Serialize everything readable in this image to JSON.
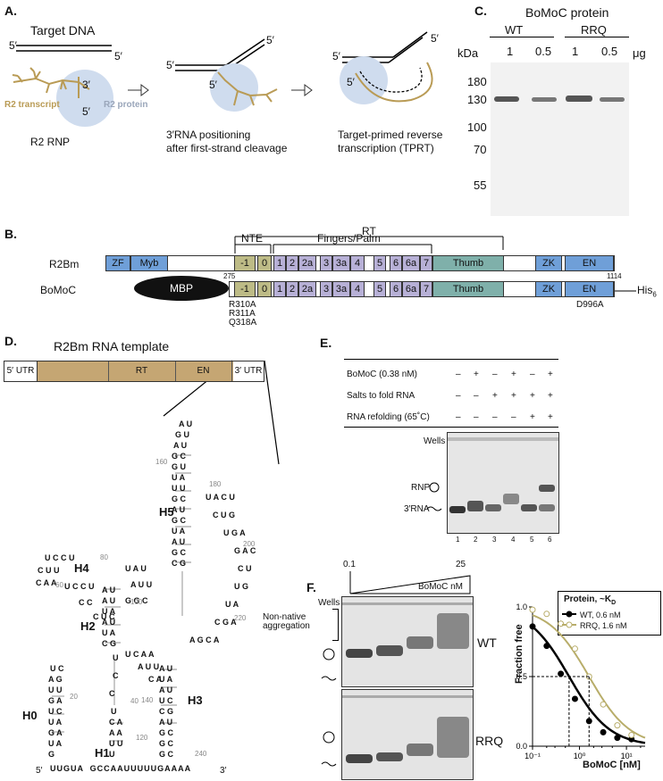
{
  "panels": {
    "a": "A.",
    "b": "B.",
    "c": "C.",
    "d": "D.",
    "e": "E.",
    "f": "F."
  },
  "panel_a": {
    "target_dna": "Target DNA",
    "five_prime": "5′",
    "three_prime": "3′",
    "r2_transcript": "R2 transcript",
    "r2_protein": "R2 protein",
    "step1": "R2 RNP",
    "step2_l1": "3′RNA positioning",
    "step2_l2": "after first-strand cleavage",
    "step3_l1": "Target-primed reverse",
    "step3_l2": "transcription (TPRT)"
  },
  "panel_c": {
    "title": "BoMoC protein",
    "wt": "WT",
    "rrq": "RRQ",
    "kda": "kDa",
    "ug": "μg",
    "lanes": [
      "1",
      "0.5",
      "1",
      "0.5"
    ],
    "markers": [
      "180",
      "130",
      "100",
      "70",
      "55"
    ]
  },
  "panel_b": {
    "rt": "RT",
    "nte": "NTE",
    "fingers": "Fingers/Palm",
    "r2bm": "R2Bm",
    "bomoc": "BoMoC",
    "mbp": "MBP",
    "start": "275",
    "end": "1114",
    "his": "His",
    "his_sub": "6",
    "mutations": [
      "R310A",
      "R311A",
      "Q318A"
    ],
    "en_mut": "D996A",
    "domains": {
      "zf": "ZF",
      "myb": "Myb",
      "m1": "-1",
      "zero": "0",
      "f1": "1",
      "f2": "2",
      "f2a": "2a",
      "f3": "3",
      "f3a": "3a",
      "f4": "4",
      "f5": "5",
      "f6": "6",
      "f6a": "6a",
      "f7": "7",
      "thumb": "Thumb",
      "zk": "ZK",
      "en": "EN"
    }
  },
  "panel_d": {
    "title": "R2Bm RNA template",
    "utr5": "5′ UTR",
    "rt": "RT",
    "en": "EN",
    "utr3": "3′ UTR",
    "helices": [
      "H0",
      "H1",
      "H2",
      "H3",
      "H4",
      "H5"
    ],
    "numbers": [
      "20",
      "40",
      "60",
      "80",
      "100",
      "120",
      "140",
      "160",
      "180",
      "200",
      "220",
      "240"
    ],
    "base_seq": "UUGUA  GCCAAUUUUUGAAAA",
    "five_prime": "5′",
    "three_prime": "3′"
  },
  "panel_e": {
    "rows": [
      {
        "label": "BoMoC (0.38 nM)",
        "signs": [
          "–",
          "+",
          "–",
          "+",
          "–",
          "+"
        ]
      },
      {
        "label": "Salts to fold RNA",
        "signs": [
          "–",
          "–",
          "+",
          "+",
          "+",
          "+"
        ]
      },
      {
        "label": "RNA refolding (65˚C)",
        "signs": [
          "–",
          "–",
          "–",
          "–",
          "+",
          "+"
        ]
      }
    ],
    "wells": "Wells",
    "rnp": "RNP",
    "rna": "3′RNA",
    "lanes": [
      "1",
      "2",
      "3",
      "4",
      "5",
      "6"
    ]
  },
  "panel_f": {
    "conc_low": "0.1",
    "conc_high": "25",
    "bomoc_nm": "BoMoC nM",
    "wells": "Wells",
    "non_native_l1": "Non-native",
    "non_native_l2": "aggregation",
    "wt": "WT",
    "rrq": "RRQ"
  },
  "chart_data": {
    "type": "scatter",
    "title": "",
    "xlabel": "BoMoC [nM]",
    "ylabel": "Fraction free",
    "xscale": "log",
    "xlim": [
      0.1,
      25
    ],
    "ylim": [
      0,
      1.0
    ],
    "xticks": [
      "10⁻¹",
      "10⁰",
      "10¹"
    ],
    "yticks": [
      "0.0",
      "0.5",
      "1.0"
    ],
    "legend_title": "Protein, ~K",
    "legend_title_sub": "D",
    "legend_position": "top-right",
    "series": [
      {
        "name": "WT, 0.6 nM",
        "color": "#000000",
        "kd": 0.6,
        "x": [
          0.1,
          0.2,
          0.4,
          0.8,
          1.6,
          3.2,
          6.4,
          12.8
        ],
        "y": [
          0.86,
          0.72,
          0.52,
          0.34,
          0.18,
          0.1,
          0.06,
          0.05
        ]
      },
      {
        "name": "RRQ, 1.6 nM",
        "color": "#b8ad6a",
        "kd": 1.6,
        "x": [
          0.1,
          0.2,
          0.4,
          0.8,
          1.6,
          3.2,
          6.4,
          12.8
        ],
        "y": [
          0.98,
          0.95,
          0.88,
          0.7,
          0.5,
          0.3,
          0.15,
          0.08
        ]
      }
    ]
  }
}
